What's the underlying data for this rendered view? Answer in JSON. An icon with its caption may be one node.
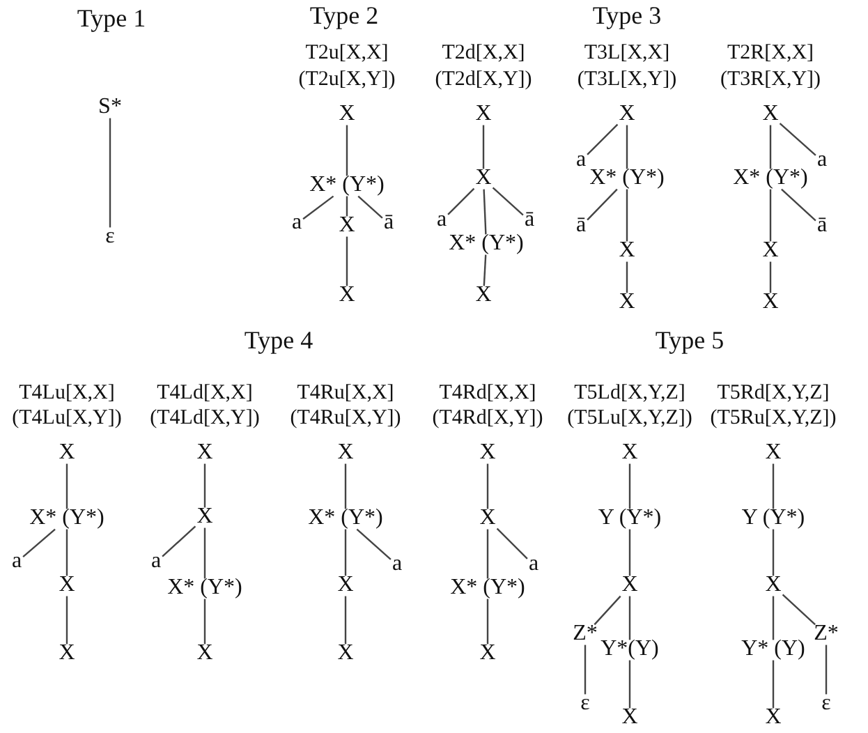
{
  "diagram": {
    "nodes": [
      {
        "text": [
          "S*"
        ]
      },
      {
        "text": [
          "ε"
        ]
      },
      {
        "text": [
          "X"
        ]
      },
      {
        "text": [
          "X* (Y*)"
        ]
      },
      {
        "text": [
          "a"
        ]
      },
      {
        "text": [
          "X"
        ]
      },
      {
        "text": [
          "ā"
        ]
      },
      {
        "text": [
          "X"
        ]
      },
      {
        "text": [
          "X"
        ]
      },
      {
        "text": [
          "X"
        ]
      },
      {
        "text": [
          "a"
        ]
      },
      {
        "text": [
          "ā"
        ]
      },
      {
        "text": [
          "X* (Y*)"
        ]
      },
      {
        "text": [
          "X"
        ]
      },
      {
        "text": [
          "X"
        ]
      },
      {
        "text": [
          "a"
        ]
      },
      {
        "text": [
          "X* (Y*)"
        ]
      },
      {
        "text": [
          "ā"
        ]
      },
      {
        "text": [
          "X"
        ]
      },
      {
        "text": [
          "X"
        ]
      },
      {
        "text": [
          "X"
        ]
      },
      {
        "text": [
          "a"
        ]
      },
      {
        "text": [
          "X* (Y*)"
        ]
      },
      {
        "text": [
          "ā"
        ]
      },
      {
        "text": [
          "X"
        ]
      },
      {
        "text": [
          "X"
        ]
      },
      {
        "text": [
          "X"
        ]
      },
      {
        "text": [
          "X* (Y*)"
        ]
      },
      {
        "text": [
          "a"
        ]
      },
      {
        "text": [
          "X"
        ]
      },
      {
        "text": [
          "X"
        ]
      },
      {
        "text": [
          "X"
        ]
      },
      {
        "text": [
          "X"
        ]
      },
      {
        "text": [
          "a"
        ]
      },
      {
        "text": [
          "X* (Y*)"
        ]
      },
      {
        "text": [
          "X"
        ]
      },
      {
        "text": [
          "X"
        ]
      },
      {
        "text": [
          "X* (Y*)"
        ]
      },
      {
        "text": [
          "a"
        ]
      },
      {
        "text": [
          "X"
        ]
      },
      {
        "text": [
          "X"
        ]
      },
      {
        "text": [
          "X"
        ]
      },
      {
        "text": [
          "X"
        ]
      },
      {
        "text": [
          "a"
        ]
      },
      {
        "text": [
          "X* (Y*)"
        ]
      },
      {
        "text": [
          "X"
        ]
      },
      {
        "text": [
          "X"
        ]
      },
      {
        "text": [
          "Y (Y*)"
        ]
      },
      {
        "text": [
          "X"
        ]
      },
      {
        "text": [
          "Z*"
        ]
      },
      {
        "text": [
          "Y*(Y)"
        ]
      },
      {
        "text": [
          "ε"
        ]
      },
      {
        "text": [
          "X"
        ]
      },
      {
        "text": [
          "X"
        ]
      },
      {
        "text": [
          "Y (Y*)"
        ]
      },
      {
        "text": [
          "X"
        ]
      },
      {
        "text": [
          "Y* (Y)"
        ]
      },
      {
        "text": [
          "Z*"
        ]
      },
      {
        "text": [
          "ε"
        ]
      },
      {
        "text": [
          "X"
        ]
      }
    ],
    "edges": [
      {
        "from": 0,
        "to": 1,
        "arrow": "none"
      },
      {
        "from": 2,
        "to": 3,
        "arrow": "none"
      },
      {
        "from": 3,
        "to": 4,
        "arrow": "none"
      },
      {
        "from": 3,
        "to": 5,
        "arrow": "none"
      },
      {
        "from": 3,
        "to": 6,
        "arrow": "none"
      },
      {
        "from": 5,
        "to": 7,
        "arrow": "none"
      },
      {
        "from": 8,
        "to": 9,
        "arrow": "none"
      },
      {
        "from": 9,
        "to": 10,
        "arrow": "none"
      },
      {
        "from": 9,
        "to": 12,
        "arrow": "none"
      },
      {
        "from": 9,
        "to": 11,
        "arrow": "none"
      },
      {
        "from": 12,
        "to": 13,
        "arrow": "none"
      },
      {
        "from": 14,
        "to": 15,
        "arrow": "none"
      },
      {
        "from": 14,
        "to": 16,
        "arrow": "none"
      },
      {
        "from": 16,
        "to": 17,
        "arrow": "none"
      },
      {
        "from": 16,
        "to": 18,
        "arrow": "none"
      },
      {
        "from": 18,
        "to": 19,
        "arrow": "none"
      },
      {
        "from": 20,
        "to": 21,
        "arrow": "none"
      },
      {
        "from": 20,
        "to": 22,
        "arrow": "none"
      },
      {
        "from": 22,
        "to": 23,
        "arrow": "none"
      },
      {
        "from": 22,
        "to": 24,
        "arrow": "none"
      },
      {
        "from": 24,
        "to": 25,
        "arrow": "none"
      },
      {
        "from": 26,
        "to": 27,
        "arrow": "none"
      },
      {
        "from": 27,
        "to": 28,
        "arrow": "none"
      },
      {
        "from": 27,
        "to": 29,
        "arrow": "none"
      },
      {
        "from": 29,
        "to": 30,
        "arrow": "none"
      },
      {
        "from": 31,
        "to": 32,
        "arrow": "none"
      },
      {
        "from": 32,
        "to": 33,
        "arrow": "none"
      },
      {
        "from": 32,
        "to": 34,
        "arrow": "none"
      },
      {
        "from": 34,
        "to": 35,
        "arrow": "none"
      },
      {
        "from": 36,
        "to": 37,
        "arrow": "none"
      },
      {
        "from": 37,
        "to": 38,
        "arrow": "none"
      },
      {
        "from": 37,
        "to": 39,
        "arrow": "none"
      },
      {
        "from": 39,
        "to": 40,
        "arrow": "none"
      },
      {
        "from": 41,
        "to": 42,
        "arrow": "none"
      },
      {
        "from": 42,
        "to": 43,
        "arrow": "none"
      },
      {
        "from": 42,
        "to": 44,
        "arrow": "none"
      },
      {
        "from": 44,
        "to": 45,
        "arrow": "none"
      },
      {
        "from": 46,
        "to": 47,
        "arrow": "none"
      },
      {
        "from": 47,
        "to": 48,
        "arrow": "none"
      },
      {
        "from": 48,
        "to": 49,
        "arrow": "none"
      },
      {
        "from": 48,
        "to": 50,
        "arrow": "none"
      },
      {
        "from": 49,
        "to": 51,
        "arrow": "none"
      },
      {
        "from": 50,
        "to": 52,
        "arrow": "none"
      },
      {
        "from": 53,
        "to": 54,
        "arrow": "none"
      },
      {
        "from": 54,
        "to": 55,
        "arrow": "none"
      },
      {
        "from": 55,
        "to": 56,
        "arrow": "none"
      },
      {
        "from": 55,
        "to": 57,
        "arrow": "none"
      },
      {
        "from": 57,
        "to": 58,
        "arrow": "none"
      },
      {
        "from": 56,
        "to": 59,
        "arrow": "none"
      }
    ],
    "labels": [
      "Type 1",
      "Type 2",
      "Type 3",
      "T2u[X,X]",
      "T2d[X,X]",
      "T3L[X,X]",
      "T2R[X,X]",
      "(T2u[X,Y])",
      "(T2d[X,Y])",
      "(T3L[X,Y])",
      "(T3R[X,Y])",
      "Type 4",
      "Type 5",
      "T4Lu[X,X]",
      "T4Ld[X,X]",
      "T4Ru[X,X]",
      "T4Rd[X,X]",
      "T5Ld[X,Y,Z]",
      "T5Rd[X,Y,Z]",
      "(T4Lu[X,Y])",
      "(T4Ld[X,Y])",
      "(T4Ru[X,Y])",
      "(T4Rd[X,Y])",
      "(T5Lu[X,Y,Z])",
      "(T5Ru[X,Y,Z])"
    ]
  }
}
